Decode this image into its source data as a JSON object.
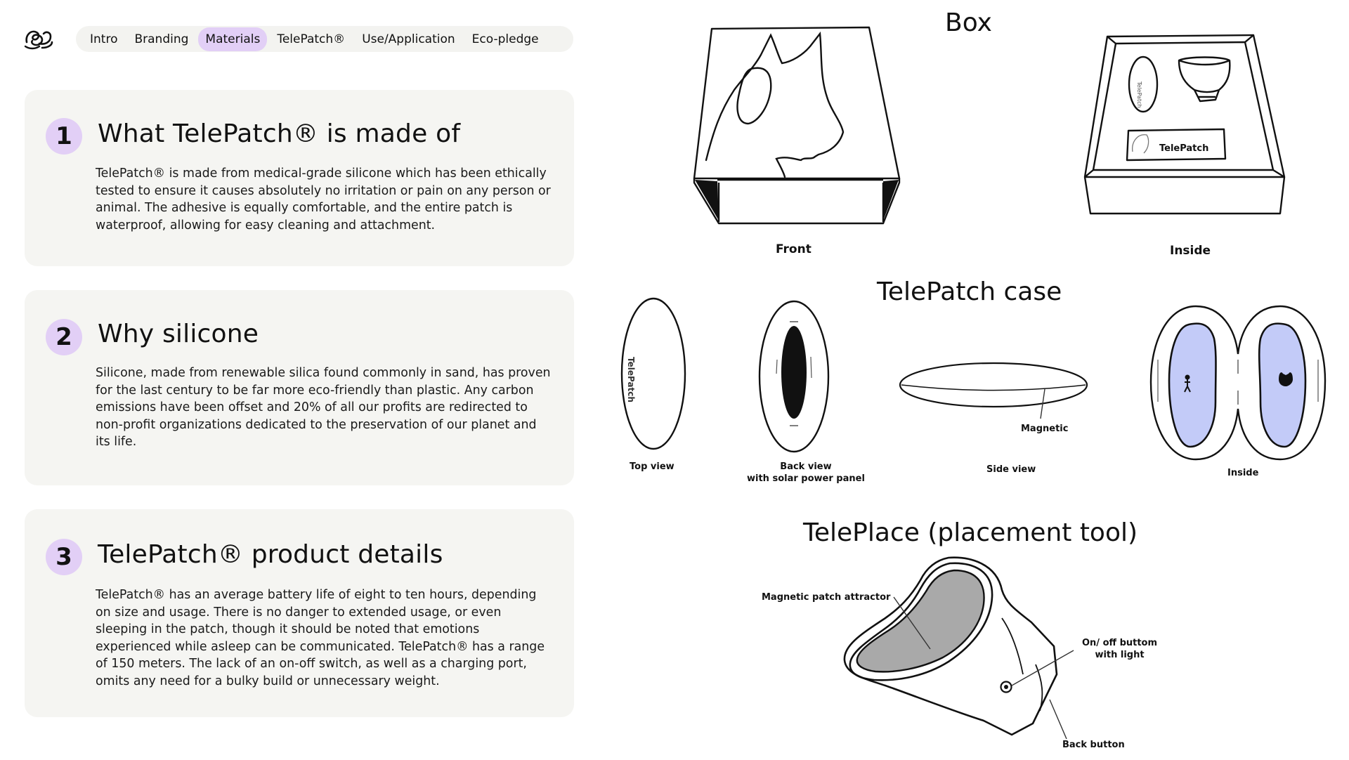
{
  "nav": {
    "tabs": [
      {
        "label": "Intro",
        "active": false
      },
      {
        "label": "Branding",
        "active": false
      },
      {
        "label": "Materials",
        "active": true
      },
      {
        "label": "TelePatch®",
        "active": false
      },
      {
        "label": "Use/Application",
        "active": false
      },
      {
        "label": "Eco-pledge",
        "active": false
      }
    ]
  },
  "sections": [
    {
      "number": "1",
      "title": "What TelePatch® is made of",
      "body": "TelePatch® is made from medical-grade silicone which has been ethically tested to ensure it causes absolutely no irritation or pain on any person or animal. The adhesive is equally comfortable, and the entire patch is waterproof, allowing for easy cleaning and attachment."
    },
    {
      "number": "2",
      "title": "Why silicone",
      "body": "Silicone, made from renewable silica found commonly in sand, has proven for the last century to be far more eco-friendly than plastic. Any carbon emissions have been offset and 20% of all our profits are redirected to non-profit organizations dedicated to the preservation of our planet and its life."
    },
    {
      "number": "3",
      "title": "TelePatch® product details",
      "body": "TelePatch® has an average battery life of eight to ten hours, depending on size and usage. There is no danger to extended usage, or even sleeping in the patch, though it should be noted that emotions experienced while asleep can be communicated. TelePatch® has a range of 150 meters. The lack of an on-off switch, as well as a charging port, omits any need for a bulky build or unnecessary weight."
    }
  ],
  "box": {
    "title": "Box",
    "front_label": "Front",
    "inside_label": "Inside",
    "card_text": "TelePatch"
  },
  "case": {
    "title": "TelePatch case",
    "top_view": "Top view",
    "top_view_imprint": "TelePatch",
    "back_view_line1": "Back view",
    "back_view_line2": "with solar power panel",
    "side_view": "Side view",
    "magnetic": "Magnetic",
    "inside": "Inside"
  },
  "tool": {
    "title": "TelePlace (placement tool)",
    "attractor": "Magnetic patch attractor",
    "onoff_line1": "On/ off buttom",
    "onoff_line2": "with light",
    "back_button": "Back button"
  },
  "colors": {
    "accent": "#e2cff6",
    "card_bg": "#f5f5f2",
    "case_blue": "#c3cbf8",
    "tool_gray": "#a9a9a9"
  },
  "icons": [
    "brand-logo-icon"
  ]
}
